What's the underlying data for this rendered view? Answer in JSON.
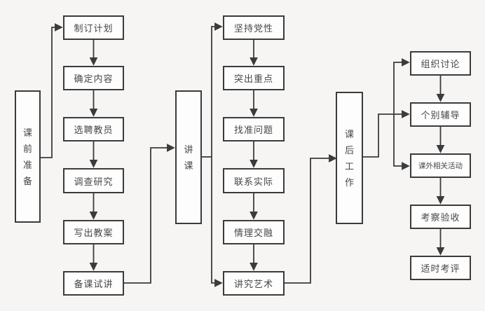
{
  "diagram": {
    "type": "flowchart",
    "orientation": "left-to-right stages, top-to-bottom steps",
    "colors": {
      "bg": "#f6f5f3",
      "box_fill": "#fdfdfd",
      "line": "#3b3b3b",
      "text": "#474747"
    },
    "stages": {
      "pre": {
        "label": "课前准备",
        "steps": [
          "制订计划",
          "确定内容",
          "选聘教员",
          "调查研究",
          "写出教案",
          "备课试讲"
        ]
      },
      "lecture": {
        "label": "讲课",
        "steps": [
          "坚持党性",
          "突出重点",
          "找准问题",
          "联系实际",
          "情理交融",
          "讲究艺术"
        ]
      },
      "post": {
        "label": "课后工作",
        "steps": [
          "组织讨论",
          "个别辅导",
          "课外相关活动",
          "考察验收",
          "适时考评"
        ]
      }
    },
    "connections": [
      "课前准备 -> 制订计划",
      "制订计划 -> 确定内容 -> 选聘教员 -> 调查研究 -> 写出教案 -> 备课试讲",
      "备课试讲 -> 讲课",
      "讲课 -> 坚持党性",
      "讲课 -> 讲究艺术",
      "坚持党性 -> 突出重点 -> 找准问题 -> 联系实际 -> 情理交融 -> 讲究艺术",
      "讲究艺术 -> 课后工作",
      "课后工作 -> 组织讨论",
      "课后工作 -> 个别辅导",
      "课后工作 -> 课外相关活动",
      "组织讨论 -> 个别辅导 -> 课外相关活动 -> 考察验收 -> 适时考评"
    ]
  }
}
